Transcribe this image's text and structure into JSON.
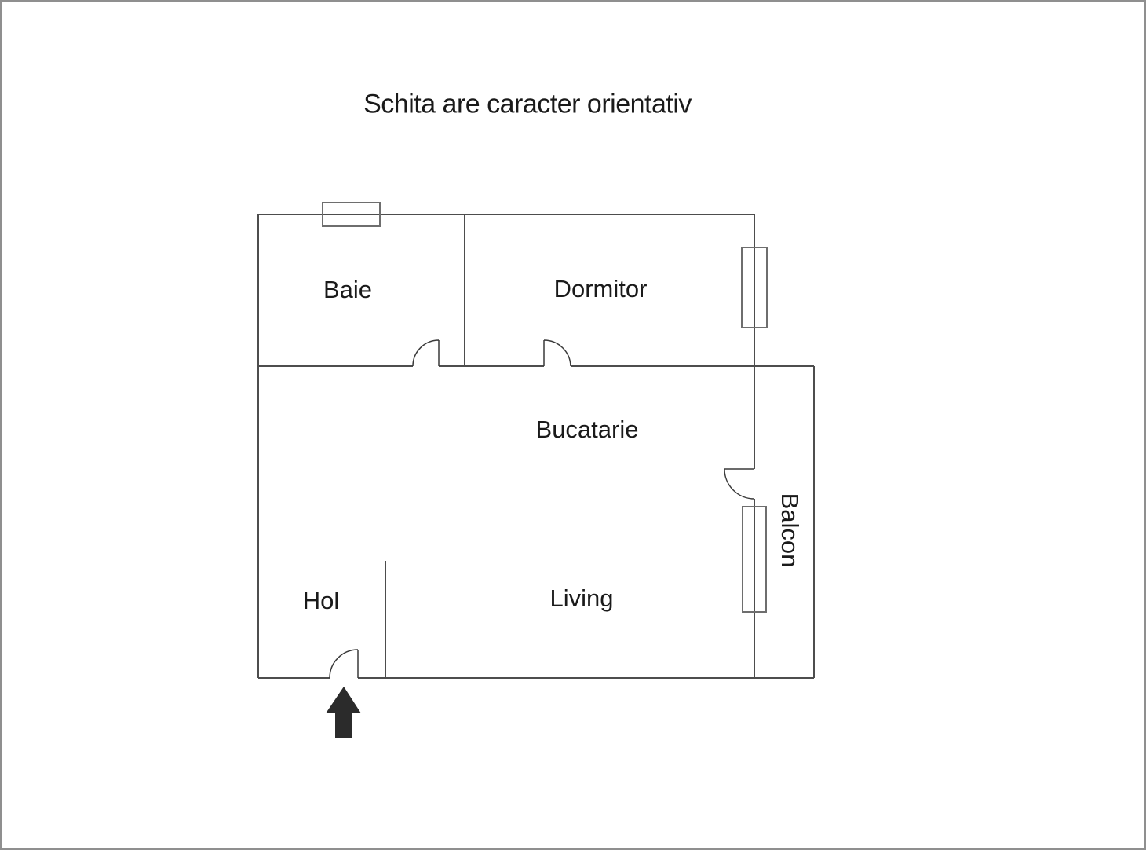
{
  "title": "Schita are caracter orientativ",
  "floor_plan": {
    "rooms": [
      {
        "name": "Baie"
      },
      {
        "name": "Dormitor"
      },
      {
        "name": "Bucatarie"
      },
      {
        "name": "Living"
      },
      {
        "name": "Hol"
      },
      {
        "name": "Balcon"
      }
    ],
    "features": {
      "doors": 4,
      "windows": 3,
      "entrance_icon": "up-arrow-icon"
    },
    "colors": {
      "wall": "#4d4d4d",
      "door_arc": "#3a3a3a",
      "window_frame": "#6e6e6e",
      "arrow": "#2b2b2b",
      "text": "#1a1a1a",
      "page_border": "#8f8f8f",
      "background": "#ffffff"
    }
  }
}
